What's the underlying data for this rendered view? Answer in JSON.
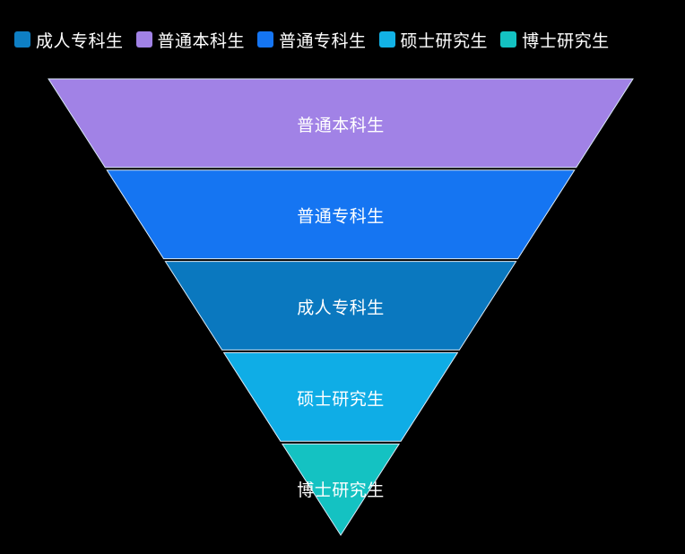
{
  "chart_data": {
    "type": "funnel",
    "title": "",
    "legend_position": "top",
    "legend": [
      {
        "name": "成人专科生",
        "color": "#0e7fc4"
      },
      {
        "name": "普通本科生",
        "color": "#a182e6"
      },
      {
        "name": "普通专科生",
        "color": "#1575f2"
      },
      {
        "name": "硕士研究生",
        "color": "#12b2e6"
      },
      {
        "name": "博士研究生",
        "color": "#14c2c2"
      }
    ],
    "stages": [
      {
        "name": "普通本科生",
        "color": "#a182e6",
        "rank": 1
      },
      {
        "name": "普通专科生",
        "color": "#1575f2",
        "rank": 2
      },
      {
        "name": "成人专科生",
        "color": "#0a78bf",
        "rank": 3
      },
      {
        "name": "硕士研究生",
        "color": "#0fade6",
        "rank": 4
      },
      {
        "name": "博士研究生",
        "color": "#14c2c2",
        "rank": 5
      }
    ]
  }
}
